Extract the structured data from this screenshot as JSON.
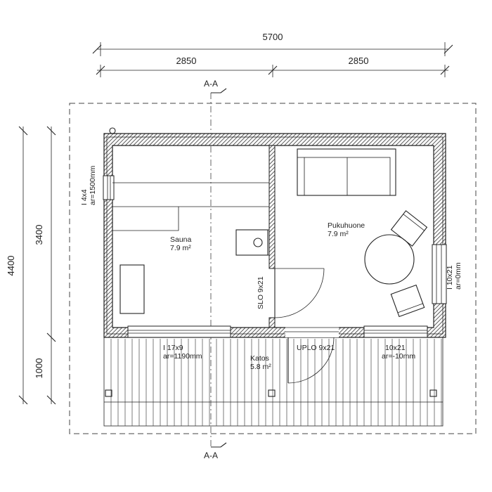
{
  "dimensions": {
    "total_width": "5700",
    "half_left": "2850",
    "half_right": "2850",
    "total_depth": "4400",
    "room_depth": "3400",
    "porch_depth": "1000"
  },
  "section_marks": {
    "top": "A-A",
    "bottom": "A-A"
  },
  "rooms": {
    "sauna": {
      "name": "Sauna",
      "area": "7.9 m²"
    },
    "living": {
      "name": "Pukuhuone",
      "area": "7.9 m²"
    },
    "porch": {
      "name": "Katos",
      "area": "5.8 m²"
    }
  },
  "windows": {
    "left": {
      "size": "I 4x4",
      "sill": "ar=1500mm"
    },
    "right": {
      "size": "I 10x21",
      "sill": "ar=0mm"
    },
    "front_left": {
      "size": "I 17x9",
      "sill": "ar=1190mm"
    },
    "front_right": {
      "size": "10x21",
      "sill": "ar=-10mm"
    }
  },
  "doors": {
    "inner": {
      "label": "SLO 9x21"
    },
    "outer": {
      "label": "UPLO 9x21"
    }
  },
  "colors": {
    "ink": "#222222",
    "wall_fill": "#ffffff",
    "hatch": "#333333"
  }
}
